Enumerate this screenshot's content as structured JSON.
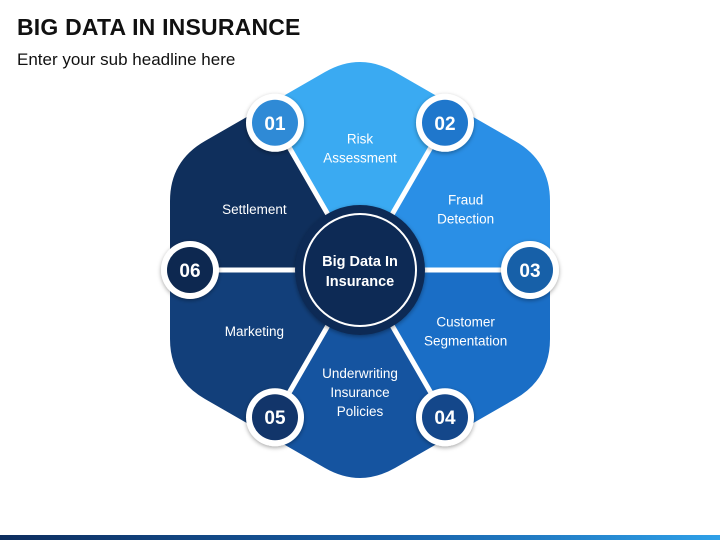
{
  "title": "BIG DATA IN INSURANCE",
  "subtitle": "Enter your sub headline here",
  "center": {
    "lines": [
      "Big Data In",
      "Insurance"
    ]
  },
  "segments": [
    {
      "number": "01",
      "lines": [
        "Risk",
        "Assessment"
      ],
      "color": "#3aaaf2",
      "badge": "#2f8ad6"
    },
    {
      "number": "02",
      "lines": [
        "Fraud",
        "Detection"
      ],
      "color": "#2a8fe6",
      "badge": "#1f77cc"
    },
    {
      "number": "03",
      "lines": [
        "Customer",
        "Segmentation"
      ],
      "color": "#1a6ec6",
      "badge": "#1760a8"
    },
    {
      "number": "04",
      "lines": [
        "Underwriting",
        "Insurance",
        "Policies"
      ],
      "color": "#1554a0",
      "badge": "#14478a"
    },
    {
      "number": "05",
      "lines": [
        "Marketing"
      ],
      "color": "#123f7a",
      "badge": "#12356a"
    },
    {
      "number": "06",
      "lines": [
        "Settlement"
      ],
      "color": "#0f2f5c",
      "badge": "#0d2850"
    }
  ],
  "colors": {
    "center_fill": "#0c2a55",
    "divider": "#ffffff",
    "ring_shadow": "#c9c9c9"
  }
}
